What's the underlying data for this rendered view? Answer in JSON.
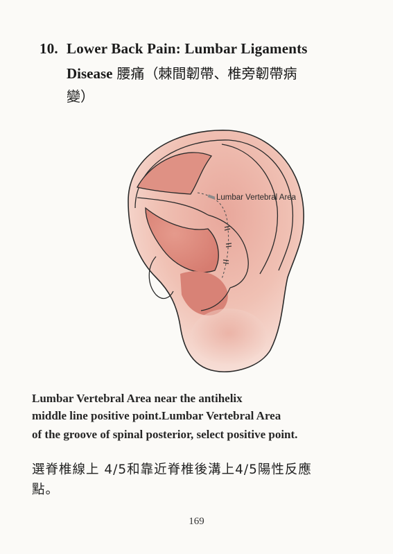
{
  "heading": {
    "number": "10.",
    "line1": "Lower Back Pain: Lumbar Ligaments",
    "line2_en": "Disease",
    "line2_zh": "腰痛（棘間韌帶、椎旁韌帶病",
    "line3_zh": "變）"
  },
  "figure": {
    "label": "Lumbar Vertebral Area",
    "colors": {
      "skin": "#f2c9bd",
      "shade": "#dc8a7e",
      "concha": "#e5998c",
      "outline": "#2a2a2a",
      "marker": "#8a8a8a"
    }
  },
  "description": {
    "line1": "Lumbar Vertebral Area near the antihelix",
    "line2": "middle line positive point.Lumbar Vertebral Area",
    "line3": "of the groove of spinal posterior, select positive point."
  },
  "chinese_text": {
    "line1": "選脊椎線上 4/5和靠近脊椎後溝上4/5陽性反應",
    "line2": "點。"
  },
  "page_number": "169"
}
